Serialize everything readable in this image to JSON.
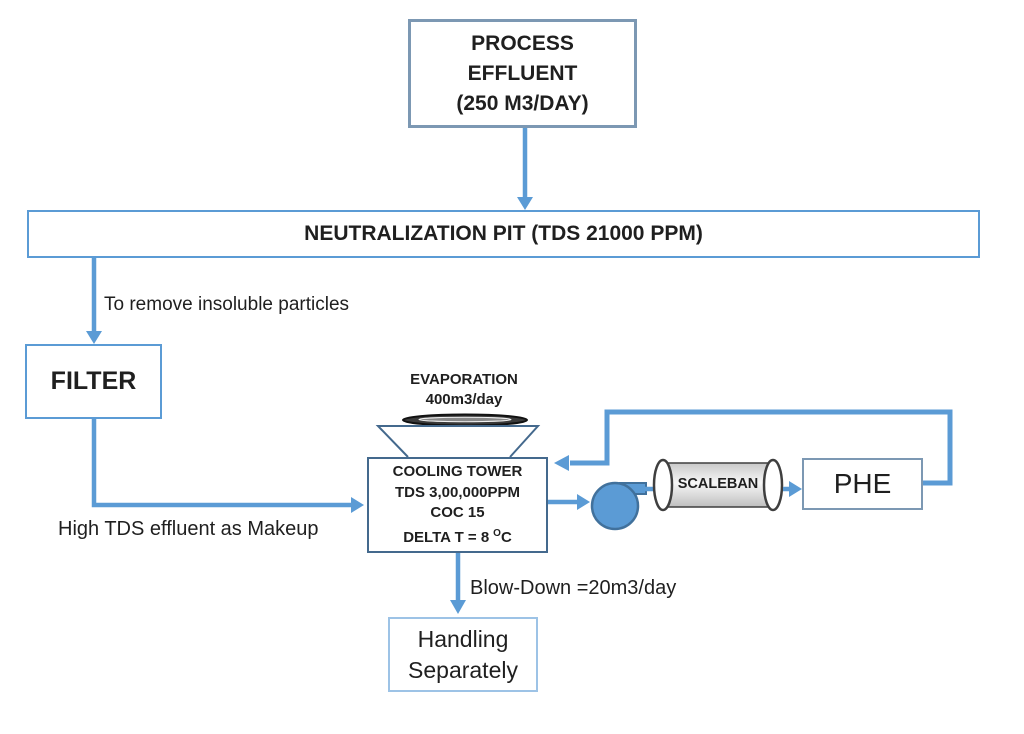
{
  "diagram_title": "Effluent treatment and cooling tower process flow",
  "colors": {
    "connector_blue": "#5b9bd5",
    "box_border_steel": "#7c98b3",
    "box_border_blue": "#5b9bd5",
    "cooling_border": "#44698d",
    "handling_border": "#9dc3e6",
    "pump_fill": "#5b9bd5",
    "pump_outline": "#41719c",
    "text": "#1f1f1f"
  },
  "nodes": {
    "process_effluent": {
      "line1": "PROCESS",
      "line2": "EFFLUENT",
      "line3": "(250 M3/DAY)"
    },
    "neutralization_pit": {
      "label": "NEUTRALIZATION PIT (TDS 21000 PPM)"
    },
    "filter": {
      "label": "FILTER"
    },
    "cooling_tower": {
      "line1": "COOLING TOWER",
      "line2": "TDS 3,00,000PPM",
      "line3": "COC 15",
      "line4_pre": "DELTA T = 8",
      "line4_sup": "O",
      "line4_post": "C"
    },
    "scaleban": {
      "label": "SCALEBAN"
    },
    "phe": {
      "label": "PHE"
    },
    "handling_separately": {
      "line1": "Handling",
      "line2": "Separately"
    }
  },
  "annotations": {
    "to_remove": "To remove insoluble particles",
    "high_tds_makeup": "High TDS effluent as Makeup",
    "evaporation_line1": "EVAPORATION",
    "evaporation_line2": "400m3/day",
    "blow_down": "Blow-Down =20m3/day"
  }
}
